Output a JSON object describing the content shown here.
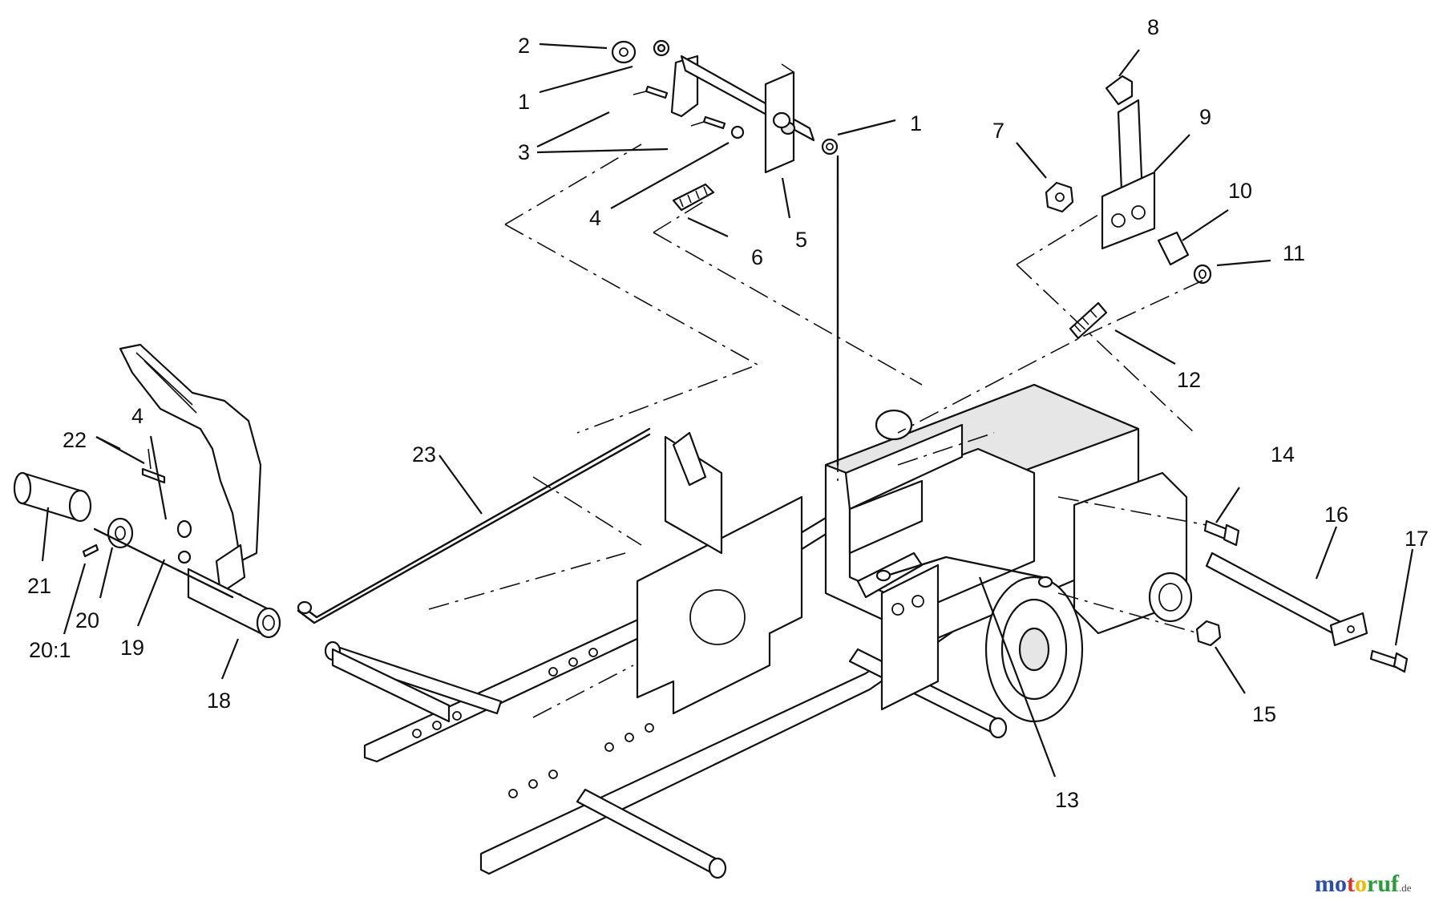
{
  "diagram": {
    "callouts": [
      {
        "id": "c2",
        "text": "2"
      },
      {
        "id": "c1a",
        "text": "1"
      },
      {
        "id": "c3",
        "text": "3"
      },
      {
        "id": "c4a",
        "text": "4"
      },
      {
        "id": "c5",
        "text": "5"
      },
      {
        "id": "c6",
        "text": "6"
      },
      {
        "id": "c1b",
        "text": "1"
      },
      {
        "id": "c8",
        "text": "8"
      },
      {
        "id": "c7",
        "text": "7"
      },
      {
        "id": "c9",
        "text": "9"
      },
      {
        "id": "c10",
        "text": "10"
      },
      {
        "id": "c11",
        "text": "11"
      },
      {
        "id": "c12",
        "text": "12"
      },
      {
        "id": "c22",
        "text": "22"
      },
      {
        "id": "c4b",
        "text": "4"
      },
      {
        "id": "c23",
        "text": "23"
      },
      {
        "id": "c21",
        "text": "21"
      },
      {
        "id": "c20",
        "text": "20"
      },
      {
        "id": "c20_1",
        "text": "20:1"
      },
      {
        "id": "c19",
        "text": "19"
      },
      {
        "id": "c18",
        "text": "18"
      },
      {
        "id": "c14",
        "text": "14"
      },
      {
        "id": "c16",
        "text": "16"
      },
      {
        "id": "c17",
        "text": "17"
      },
      {
        "id": "c15",
        "text": "15"
      },
      {
        "id": "c13",
        "text": "13"
      }
    ]
  },
  "watermark": {
    "brand": "motoruf",
    "suffix": ".de",
    "colors": [
      "#2b4fa8",
      "#d9342b",
      "#f2b800",
      "#2a9c3b"
    ]
  }
}
